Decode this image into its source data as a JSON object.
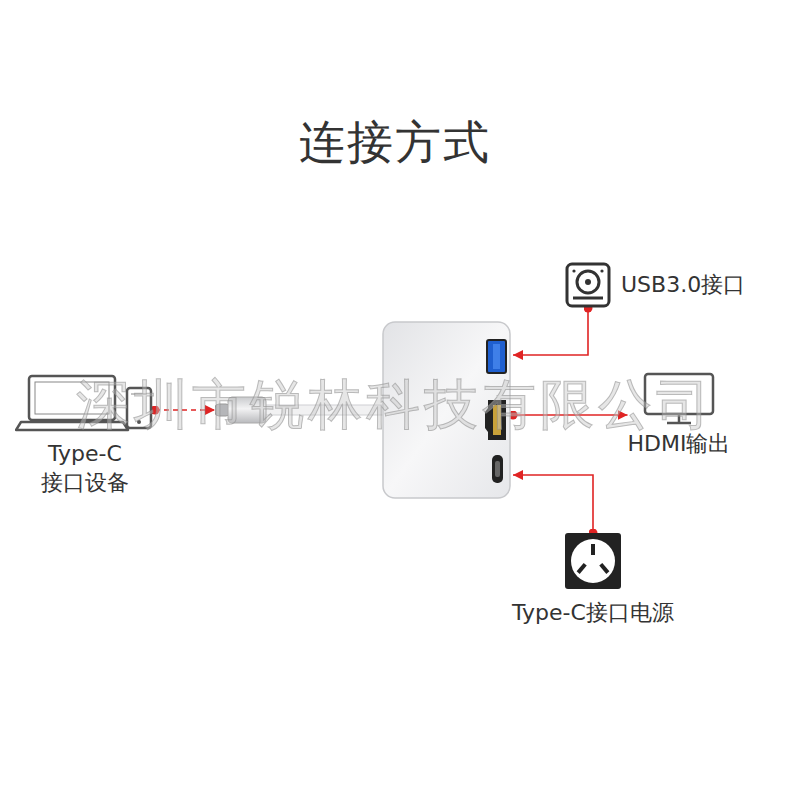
{
  "diagram": {
    "title": "连接方式",
    "nodes": [
      {
        "text": [
          "Type-C 接口设备"
        ]
      },
      {
        "text": []
      },
      {
        "text": [
          "USB3.0接口"
        ]
      },
      {
        "text": [
          "HDMI输出"
        ]
      },
      {
        "text": [
          "Type-C接口电源"
        ]
      }
    ],
    "edges": [
      {
        "from": 0,
        "to": 1,
        "arrow": "to"
      },
      {
        "from": 2,
        "to": 1,
        "arrow": "to"
      },
      {
        "from": 1,
        "to": 3,
        "arrow": "to"
      },
      {
        "from": 4,
        "to": 1,
        "arrow": "to"
      }
    ],
    "labels": [
      "深圳市锐林科技有限公司"
    ]
  }
}
